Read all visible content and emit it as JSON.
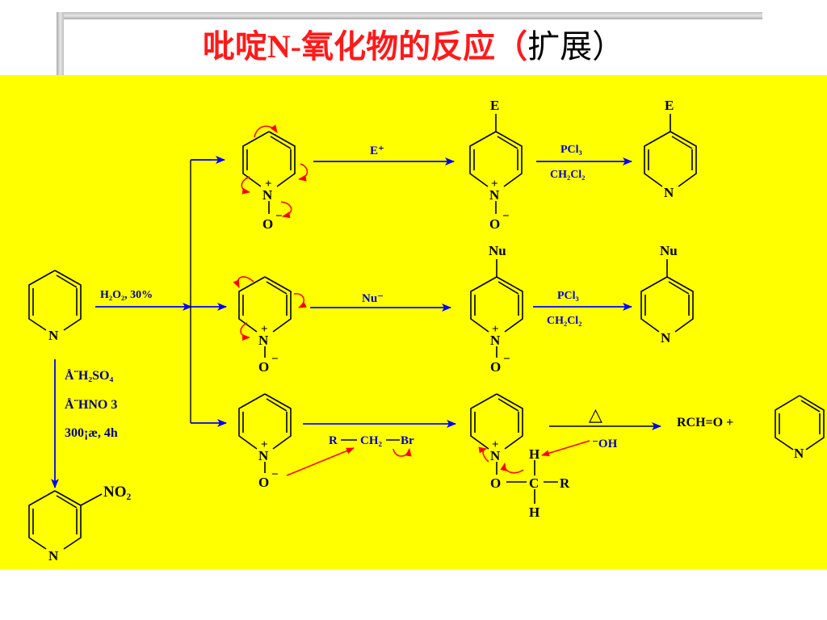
{
  "title": {
    "main": "吡啶N-氧化物的反应（",
    "extra": "扩展",
    "close": "）"
  },
  "atoms": {
    "n": "N",
    "o": "O",
    "e": "E",
    "nu": "Nu",
    "h": "H",
    "c": "C",
    "r": "R",
    "plus": "+",
    "minus": "−"
  },
  "reagents": {
    "oxidation": "H₂O₂, 30%",
    "e_plus": "E⁺",
    "nu_minus": "Nu⁻",
    "pcl3": "PCl₃",
    "ch2cl2": "CH₂Cl₂",
    "rch2br_r": "R",
    "rch2br_ch2": "CH₂",
    "rch2br_br": "Br",
    "heat": "△",
    "oh_minus": "⁻OH",
    "rcho": "RCH=O  +",
    "nitration_line1": "Å¨H₂SO₄",
    "nitration_line2": "Å¨HNO 3",
    "nitration_line3": "300¡æ, 4h",
    "no2": "NO₂"
  },
  "colors": {
    "title_red": "#ff1a1a",
    "panel_yellow": "#ffff00",
    "arrow_blue": "#0000ff",
    "curved_arrow_red": "#ff0000",
    "reagent_blue": "#0000cc"
  }
}
